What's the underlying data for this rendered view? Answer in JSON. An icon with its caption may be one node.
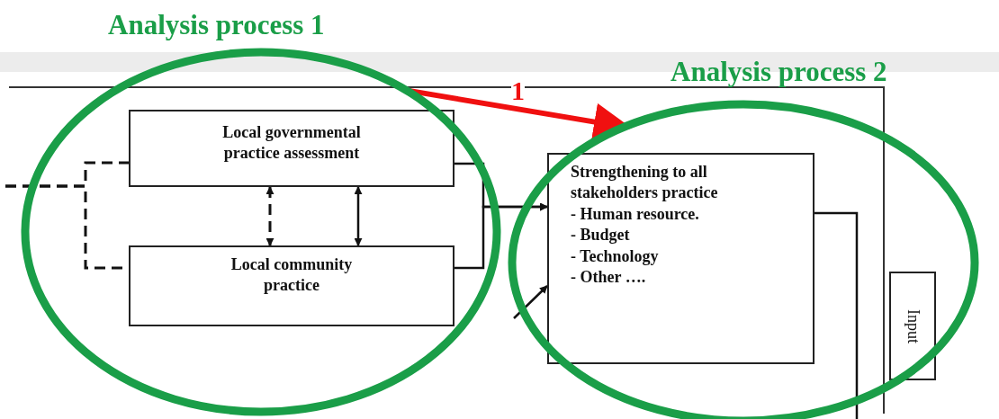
{
  "diagram": {
    "nodes": [
      {
        "text": [
          "Analysis process 1"
        ]
      },
      {
        "text": [
          "Analysis process 2"
        ]
      },
      {
        "text": [
          "Local governmental practice assessment"
        ],
        "in": 0
      },
      {
        "text": [
          "Local community practice"
        ],
        "in": 0
      },
      {
        "text": [
          "Strengthening to all stakeholders practice",
          "- Human resource.",
          "- Budget",
          "- Technology",
          "- Other …."
        ],
        "in": 1
      },
      {
        "text": [
          "Input"
        ],
        "in": 1
      }
    ],
    "edges": [
      {
        "from": 0,
        "to": 1,
        "arrow": "to",
        "label": "1",
        "style": "thick",
        "color": "#f01010"
      },
      {
        "from": 2,
        "to": 3,
        "arrow": "both",
        "style": "dashed"
      },
      {
        "from": 2,
        "to": 3,
        "arrow": "both"
      },
      {
        "from": null,
        "to": 2,
        "arrow": "none",
        "style": "dashed"
      },
      {
        "from": null,
        "to": 3,
        "arrow": "none",
        "style": "dashed"
      },
      {
        "from": 2,
        "to": 4,
        "arrow": "to"
      },
      {
        "from": 3,
        "to": 4,
        "arrow": "to"
      },
      {
        "from": null,
        "to": 4,
        "arrow": "to"
      },
      {
        "from": 4,
        "to": null,
        "arrow": "none"
      }
    ]
  }
}
